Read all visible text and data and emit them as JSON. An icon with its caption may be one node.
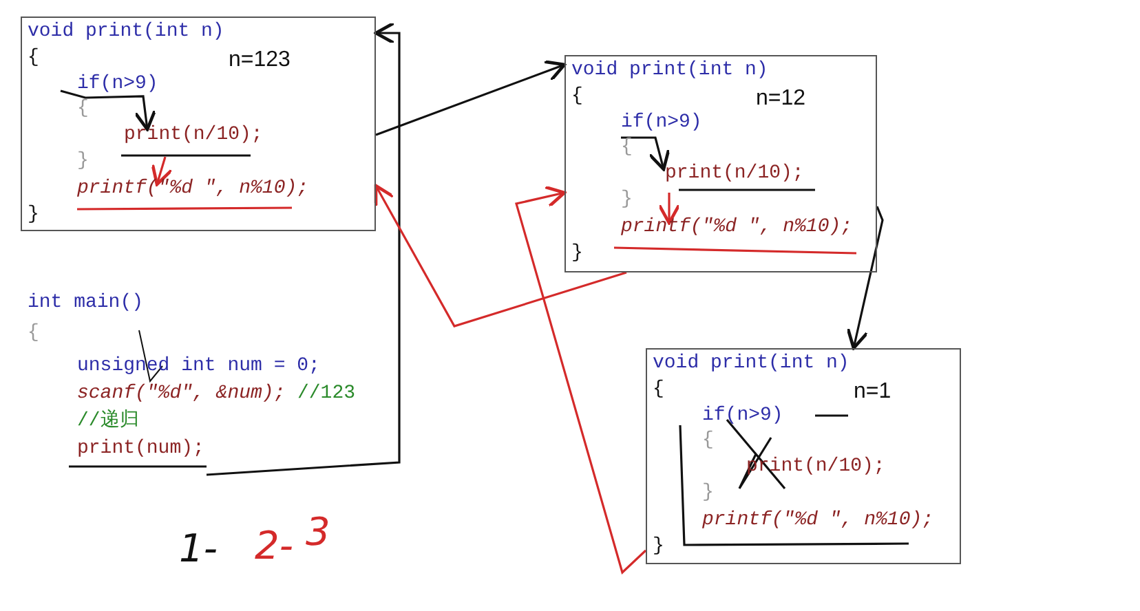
{
  "diagram": {
    "nodes": [
      {
        "text": [
          "void print(int n)",
          "{",
          "if(n>9)",
          "{",
          "print(n/10);",
          "}",
          "printf(\"%d \", n%10);",
          "}",
          "n=123"
        ]
      },
      {
        "text": [
          "void print(int n)",
          "{",
          "if(n>9)",
          "{",
          "print(n/10);",
          "}",
          "printf(\"%d \", n%10);",
          "}",
          "n=12"
        ]
      },
      {
        "text": [
          "int main()",
          "{",
          "unsigned int num = 0;",
          "scanf(\"%d\", &num);",
          "//123",
          "//递归",
          "print(num);"
        ]
      },
      {
        "text": [
          "void print(int n)",
          "{",
          "if(n>9)",
          "{",
          "print(n/10);",
          "}",
          "printf(\"%d \", n%10);",
          "}",
          "n=1"
        ]
      }
    ],
    "edges": [
      {
        "from": 2,
        "to": 0,
        "arrow": "to"
      },
      {
        "from": 0,
        "to": 1,
        "arrow": "to"
      },
      {
        "from": 1,
        "to": 3,
        "arrow": "to"
      },
      {
        "from": 3,
        "to": 1,
        "arrow": "to",
        "color": "#d42a2a"
      },
      {
        "from": 1,
        "to": 0,
        "arrow": "to",
        "color": "#d42a2a"
      }
    ],
    "labels": [
      "1-",
      "2-",
      "3"
    ]
  }
}
